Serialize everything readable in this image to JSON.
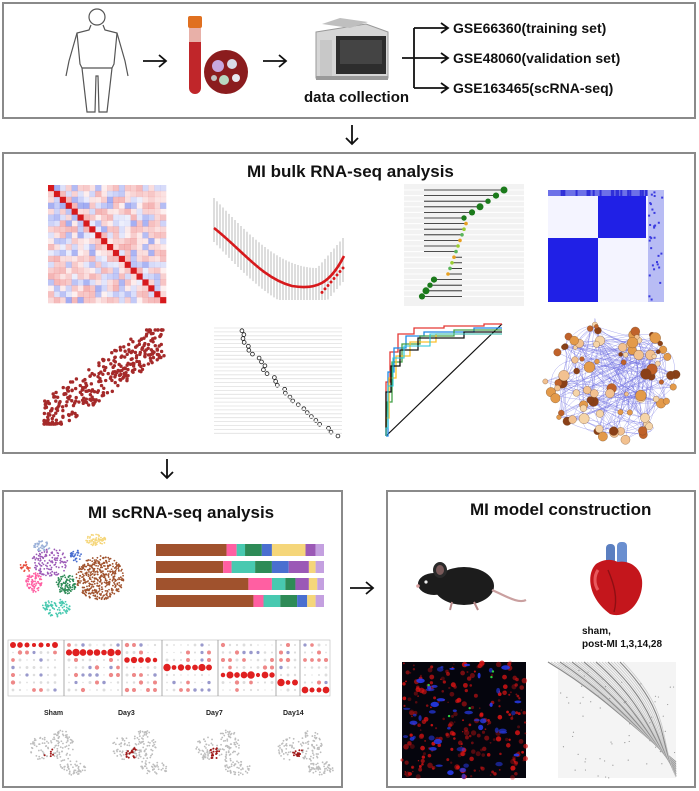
{
  "datasets": [
    {
      "id": "GSE66360",
      "role": "(training set)"
    },
    {
      "id": "GSE48060",
      "role": "(validation set)"
    },
    {
      "id": "GSE163465",
      "role": "(scRNA-seq)"
    }
  ],
  "collection_label": "data collection",
  "bulk_title": "MI bulk RNA-seq analysis",
  "scrna_title": "MI scRNA-seq analysis",
  "model_title": "MI model construction",
  "model_caption_line1": "sham,",
  "model_caption_line2": "post-MI 1,3,14,28",
  "umap_labels": [
    "Sham",
    "Day3",
    "Day7",
    "Day14"
  ],
  "colors": {
    "panel_border": "#8a8a8a",
    "heat_red": "#d7191c",
    "heat_blue": "#2020e6",
    "scatter_red": "#a52a2a"
  }
}
